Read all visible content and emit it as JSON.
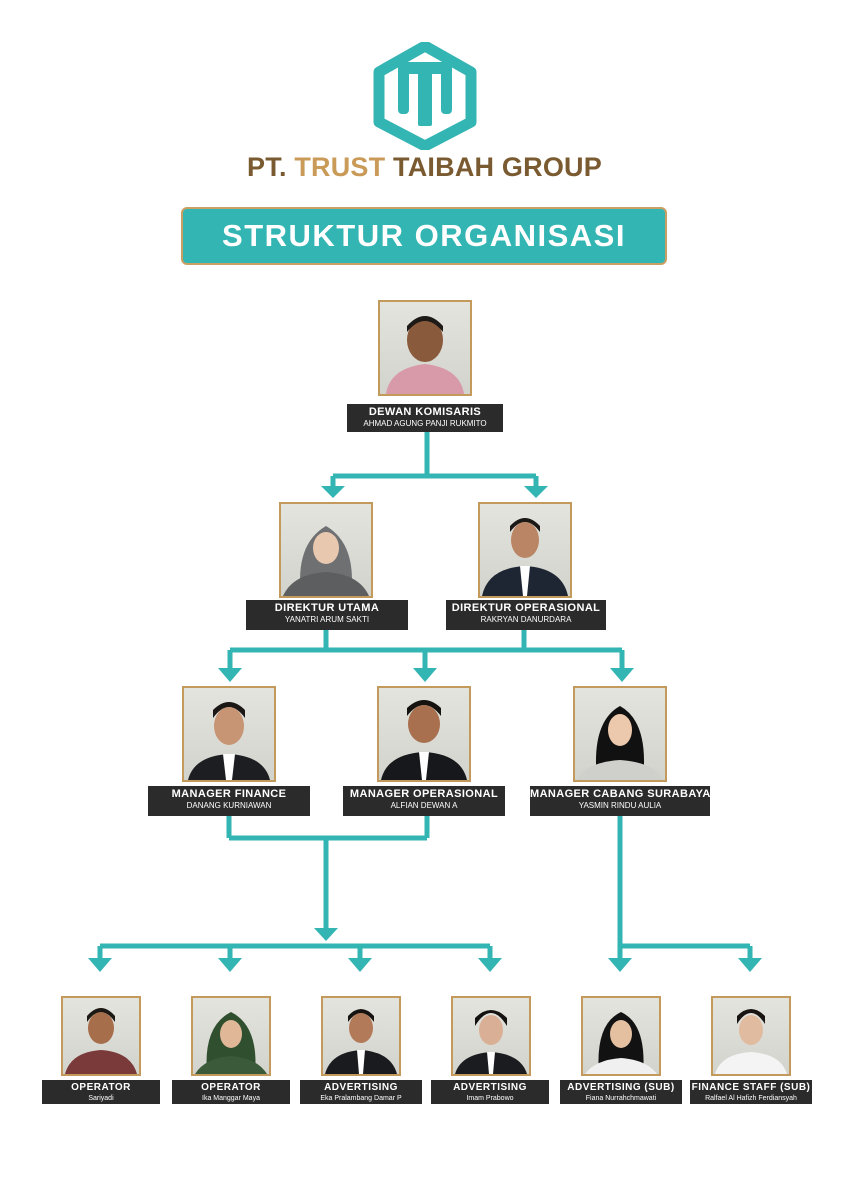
{
  "colors": {
    "accent": "#33b5b3",
    "gold": "#c49a5c",
    "label_bg": "#2b2b2b"
  },
  "header": {
    "logo_icon": "trust-taibah-hexagon-logo",
    "company_parts": [
      "PT. ",
      "TRUST",
      " TAIBAH GROUP"
    ],
    "title": "STRUKTUR ORGANISASI"
  },
  "nodes": {
    "dewan_komisaris": {
      "role": "DEWAN KOMISARIS",
      "name": "AHMAD AGUNG PANJI RUKMITO"
    },
    "direktur_utama": {
      "role": "DIREKTUR UTAMA",
      "name": "YANATRI ARUM SAKTI"
    },
    "direktur_operasional": {
      "role": "DIREKTUR OPERASIONAL",
      "name": "RAKRYAN DANURDARA"
    },
    "manager_finance": {
      "role": "MANAGER  FINANCE",
      "name": "DANANG KURNIAWAN"
    },
    "manager_operasional": {
      "role": "MANAGER  OPERASIONAL",
      "name": "ALFIAN DEWAN A"
    },
    "manager_cabang": {
      "role": "MANAGER  CABANG SURABAYA",
      "name": "YASMIN RINDU AULIA"
    },
    "operator_1": {
      "role": "OPERATOR",
      "name": "Sariyadi"
    },
    "operator_2": {
      "role": "OPERATOR",
      "name": "Ika Manggar Maya"
    },
    "advertising_1": {
      "role": "ADVERTISING",
      "name": "Eka Pralambang Damar P"
    },
    "advertising_2": {
      "role": "ADVERTISING",
      "name": "Imam Prabowo"
    },
    "advertising_sub": {
      "role": "ADVERTISING (SUB)",
      "name": "Fiana Nurrahchmawati"
    },
    "finance_staff_sub": {
      "role": "FINANCE STAFF (SUB)",
      "name": "Ralfael Al Hafizh Ferdiansyah"
    }
  }
}
